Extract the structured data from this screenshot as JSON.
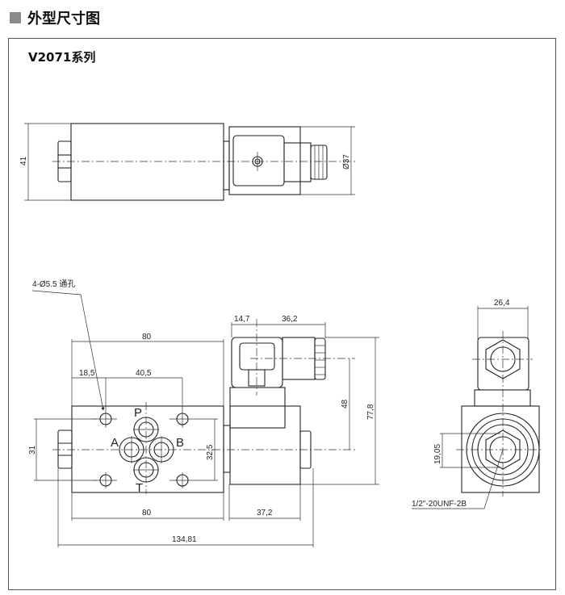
{
  "header": {
    "title": "外型尺寸图"
  },
  "series": "V2071系列",
  "top_view": {
    "height": "41",
    "diameter": "Ø37"
  },
  "front_view": {
    "hole_note": "4-Ø5.5 通孔",
    "width_top": "80",
    "offset1": "18,5",
    "offset2": "40,5",
    "width_bottom": "80",
    "coil_width": "37,2",
    "total_length": "134,81",
    "port_spacing": "31",
    "hole_spacing": "32,5",
    "conn_offset1": "14,7",
    "conn_offset2": "36,2",
    "conn_height": "48",
    "total_height": "77,8",
    "ports": {
      "p": "P",
      "a": "A",
      "b": "B",
      "t": "T"
    }
  },
  "side_view": {
    "width": "26,4",
    "dim": "19,05",
    "thread": "1/2\"-20UNF-2B"
  }
}
